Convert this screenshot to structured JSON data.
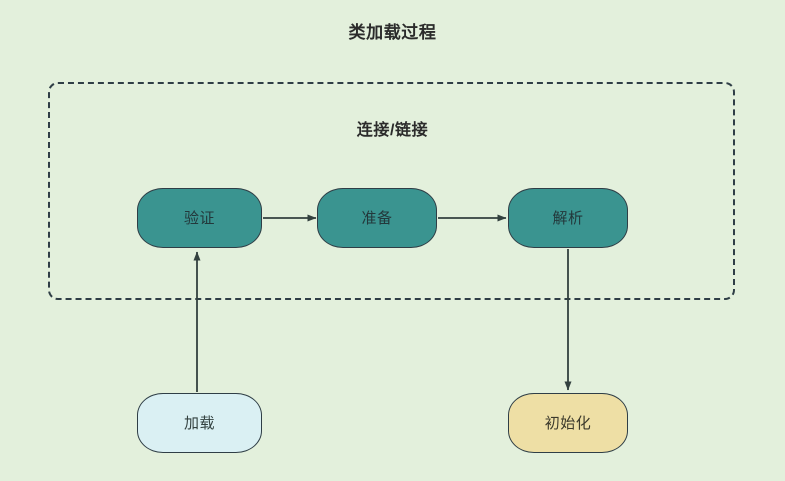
{
  "diagram": {
    "title": "类加载过程",
    "background_color": "#e3f0dc",
    "group": {
      "label": "连接/链接",
      "border_style": "dashed",
      "border_color": "#2f3e46"
    },
    "nodes": [
      {
        "id": "verify",
        "label": "验证",
        "shape": "rounded-rect",
        "fill": "#3a9490",
        "stroke": "#2f3e46",
        "inside_group": true
      },
      {
        "id": "prepare",
        "label": "准备",
        "shape": "rounded-rect",
        "fill": "#3a9490",
        "stroke": "#2f3e46",
        "inside_group": true
      },
      {
        "id": "resolve",
        "label": "解析",
        "shape": "rounded-rect",
        "fill": "#3a9490",
        "stroke": "#2f3e46",
        "inside_group": true
      },
      {
        "id": "load",
        "label": "加载",
        "shape": "rounded-rect",
        "fill": "#daf0f3",
        "stroke": "#2f3e46",
        "inside_group": false
      },
      {
        "id": "init",
        "label": "初始化",
        "shape": "rounded-rect",
        "fill": "#eedfa5",
        "stroke": "#2f3e46",
        "inside_group": false
      }
    ],
    "edges": [
      {
        "from": "load",
        "to": "verify",
        "direction": "up",
        "arrowhead": "solid-triangle"
      },
      {
        "from": "verify",
        "to": "prepare",
        "direction": "right",
        "arrowhead": "solid-triangle"
      },
      {
        "from": "prepare",
        "to": "resolve",
        "direction": "right",
        "arrowhead": "solid-triangle"
      },
      {
        "from": "resolve",
        "to": "init",
        "direction": "down",
        "arrowhead": "solid-triangle"
      }
    ]
  }
}
